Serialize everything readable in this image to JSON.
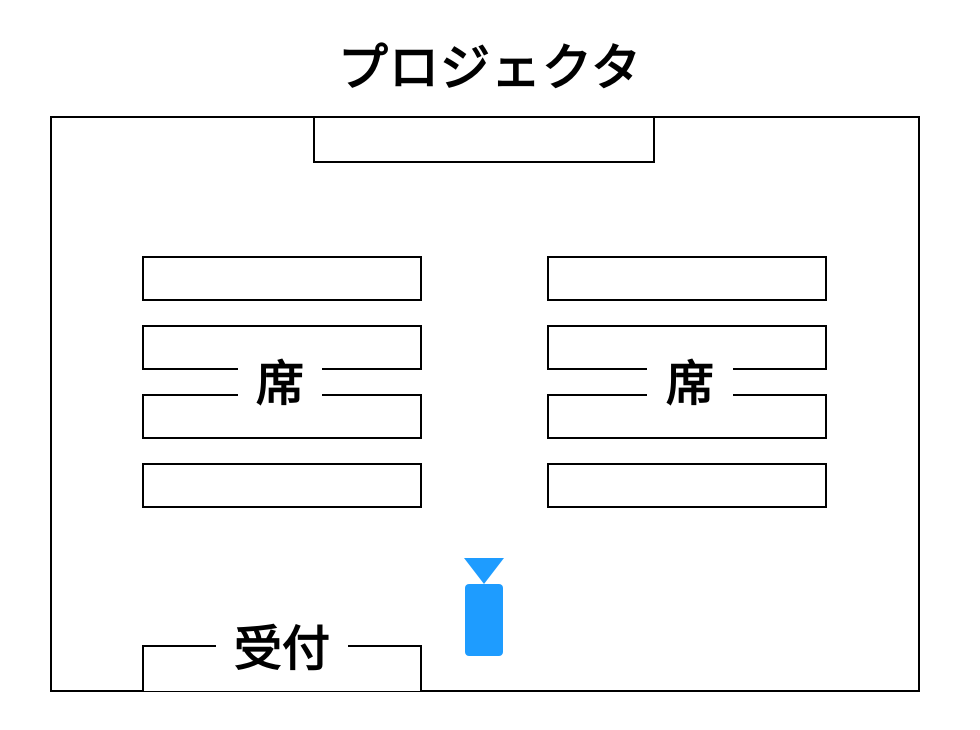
{
  "title": "プロジェクタ",
  "seat_groups": [
    {
      "label": "席"
    },
    {
      "label": "席"
    }
  ],
  "reception": {
    "label": "受付"
  },
  "colors": {
    "outline": "#000000",
    "person": "#1e9cff"
  },
  "icons": {
    "person": "person-icon"
  }
}
